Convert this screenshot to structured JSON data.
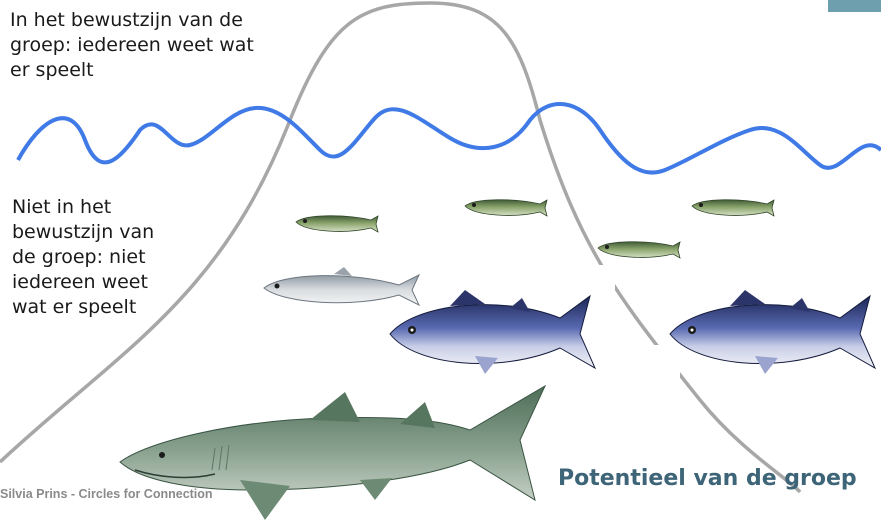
{
  "slide": {
    "conscious_text": "In het bewustzijn van de\ngroep: iedereen weet wat\ner speelt",
    "unconscious_text": "Niet in het\nbewustzijn van\nde groep: niet\niedereen weet\nwat er speelt",
    "footer_credit": "Silvia Prins - Circles for Connection",
    "caption": "Potentieel van de groep"
  },
  "colors": {
    "wave": "#3f7ae6",
    "bell_curve": "#a7a7a7",
    "caption": "#3d6477",
    "accent": "#6d9faf"
  },
  "illustrations": [
    "sardine",
    "sardine",
    "sardine",
    "sardine",
    "herring",
    "tuna",
    "tuna",
    "shark"
  ]
}
